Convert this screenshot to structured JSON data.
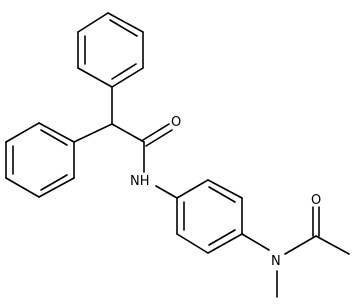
{
  "diagram": {
    "type": "chemical-structure",
    "atom_labels": {
      "carbonyl_oxygen_1": "O",
      "amide_nitrogen": "NH",
      "carbonyl_oxygen_2": "O",
      "amine_nitrogen": "N"
    },
    "colors": {
      "bond": "#000000",
      "label": "#000000",
      "background": "#ffffff"
    }
  }
}
